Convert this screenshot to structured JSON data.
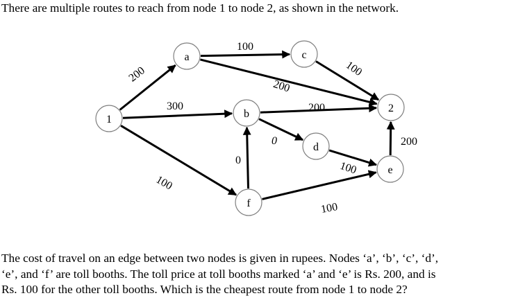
{
  "intro_text": "There are multiple routes to reach from node 1 to node 2, as shown in the network.",
  "question_lines": [
    "The cost of travel on an edge between two nodes is given in rupees. Nodes ‘a’, ‘b’, ‘c’, ‘d’,",
    "‘e’, and ‘f’ are toll booths. The toll price at toll booths marked ‘a’ and ‘e’ is Rs. 200, and is",
    "Rs. 100 for the other toll booths. Which is the cheapest route from node 1 to node 2?"
  ],
  "network": {
    "nodes": [
      {
        "id": "1",
        "label": "1"
      },
      {
        "id": "a",
        "label": "a"
      },
      {
        "id": "c",
        "label": "c"
      },
      {
        "id": "b",
        "label": "b"
      },
      {
        "id": "d",
        "label": "d"
      },
      {
        "id": "f",
        "label": "f"
      },
      {
        "id": "e",
        "label": "e"
      },
      {
        "id": "2",
        "label": "2"
      }
    ],
    "edges": [
      {
        "from": "1",
        "to": "a",
        "cost": "200"
      },
      {
        "from": "a",
        "to": "c",
        "cost": "100"
      },
      {
        "from": "c",
        "to": "2",
        "cost": "100"
      },
      {
        "from": "a",
        "to": "2",
        "cost": "200"
      },
      {
        "from": "1",
        "to": "b",
        "cost": "300"
      },
      {
        "from": "b",
        "to": "2",
        "cost": "200"
      },
      {
        "from": "b",
        "to": "d",
        "cost": "0"
      },
      {
        "from": "d",
        "to": "e",
        "cost": "100"
      },
      {
        "from": "e",
        "to": "2",
        "cost": "200"
      },
      {
        "from": "1",
        "to": "f",
        "cost": "100"
      },
      {
        "from": "f",
        "to": "b",
        "cost": "0"
      },
      {
        "from": "f",
        "to": "e",
        "cost": "100"
      }
    ]
  }
}
